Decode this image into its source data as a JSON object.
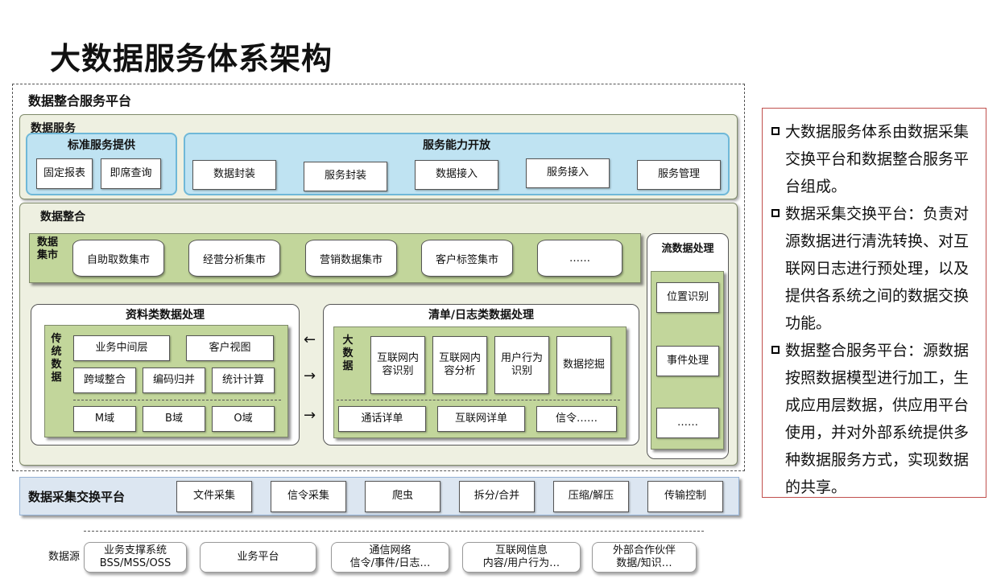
{
  "title": "大数据服务体系架构",
  "integration_platform": {
    "label": "数据整合服务平台",
    "data_service": {
      "label": "数据服务",
      "standard": {
        "label": "标准服务提供",
        "items": [
          "固定报表",
          "即席查询"
        ]
      },
      "capability": {
        "label": "服务能力开放",
        "items": [
          "数据封装",
          "服务封装",
          "数据接入",
          "服务接入",
          "服务管理"
        ]
      }
    },
    "data_integration": {
      "label": "数据整合",
      "marts": {
        "label": "数据集市",
        "items": [
          "自助取数集市",
          "经营分析集市",
          "营销数据集市",
          "客户标签集市",
          "……"
        ]
      },
      "material": {
        "label": "资料类数据处理",
        "side_label": "传统数据",
        "row1": [
          "业务中间层",
          "客户视图"
        ],
        "row2": [
          "跨域整合",
          "编码归并",
          "统计计算"
        ],
        "row3": [
          "M域",
          "B域",
          "O域"
        ]
      },
      "detail": {
        "label": "清单/日志类数据处理",
        "side_label": "大数据",
        "row1": [
          "互联网内容识别",
          "互联网内容分析",
          "用户行为识别",
          "数据挖掘"
        ],
        "row2": [
          "通话详单",
          "互联网详单",
          "信令……"
        ]
      },
      "arrows": [
        "←",
        "→",
        "→"
      ],
      "stream": {
        "label": "流数据处理",
        "items": [
          "位置识别",
          "事件处理",
          "……"
        ]
      }
    }
  },
  "exchange_platform": {
    "label": "数据采集交换平台",
    "items": [
      "文件采集",
      "信令采集",
      "爬虫",
      "拆分/合并",
      "压缩/解压",
      "传输控制"
    ]
  },
  "sources": {
    "label": "数据源",
    "items": [
      {
        "line1": "业务支撑系统",
        "line2": "BSS/MSS/OSS"
      },
      {
        "line1": "业务平台",
        "line2": ""
      },
      {
        "line1": "通信网络",
        "line2": "信令/事件/日志…"
      },
      {
        "line1": "互联网信息",
        "line2": "内容/用户行为…"
      },
      {
        "line1": "外部合作伙伴",
        "line2": "数据/知识…"
      }
    ]
  },
  "notes": [
    "大数据服务体系由数据采集交换平台和数据整合服务平台组成。",
    "数据采集交换平台：负责对源数据进行清洗转换、对互联网日志进行预处理，以及提供各系统之间的数据交换功能。",
    "数据整合服务平台：源数据按照数据模型进行加工，生成应用层数据，供应用平台使用，并对外部系统提供多种数据服务方式，实现数据的共享。"
  ],
  "colors": {
    "note_border": "#c0504d",
    "olive": "#c2d69b",
    "blue_panel": "#bfe3f2",
    "exchange_bar": "#dce6f1"
  }
}
